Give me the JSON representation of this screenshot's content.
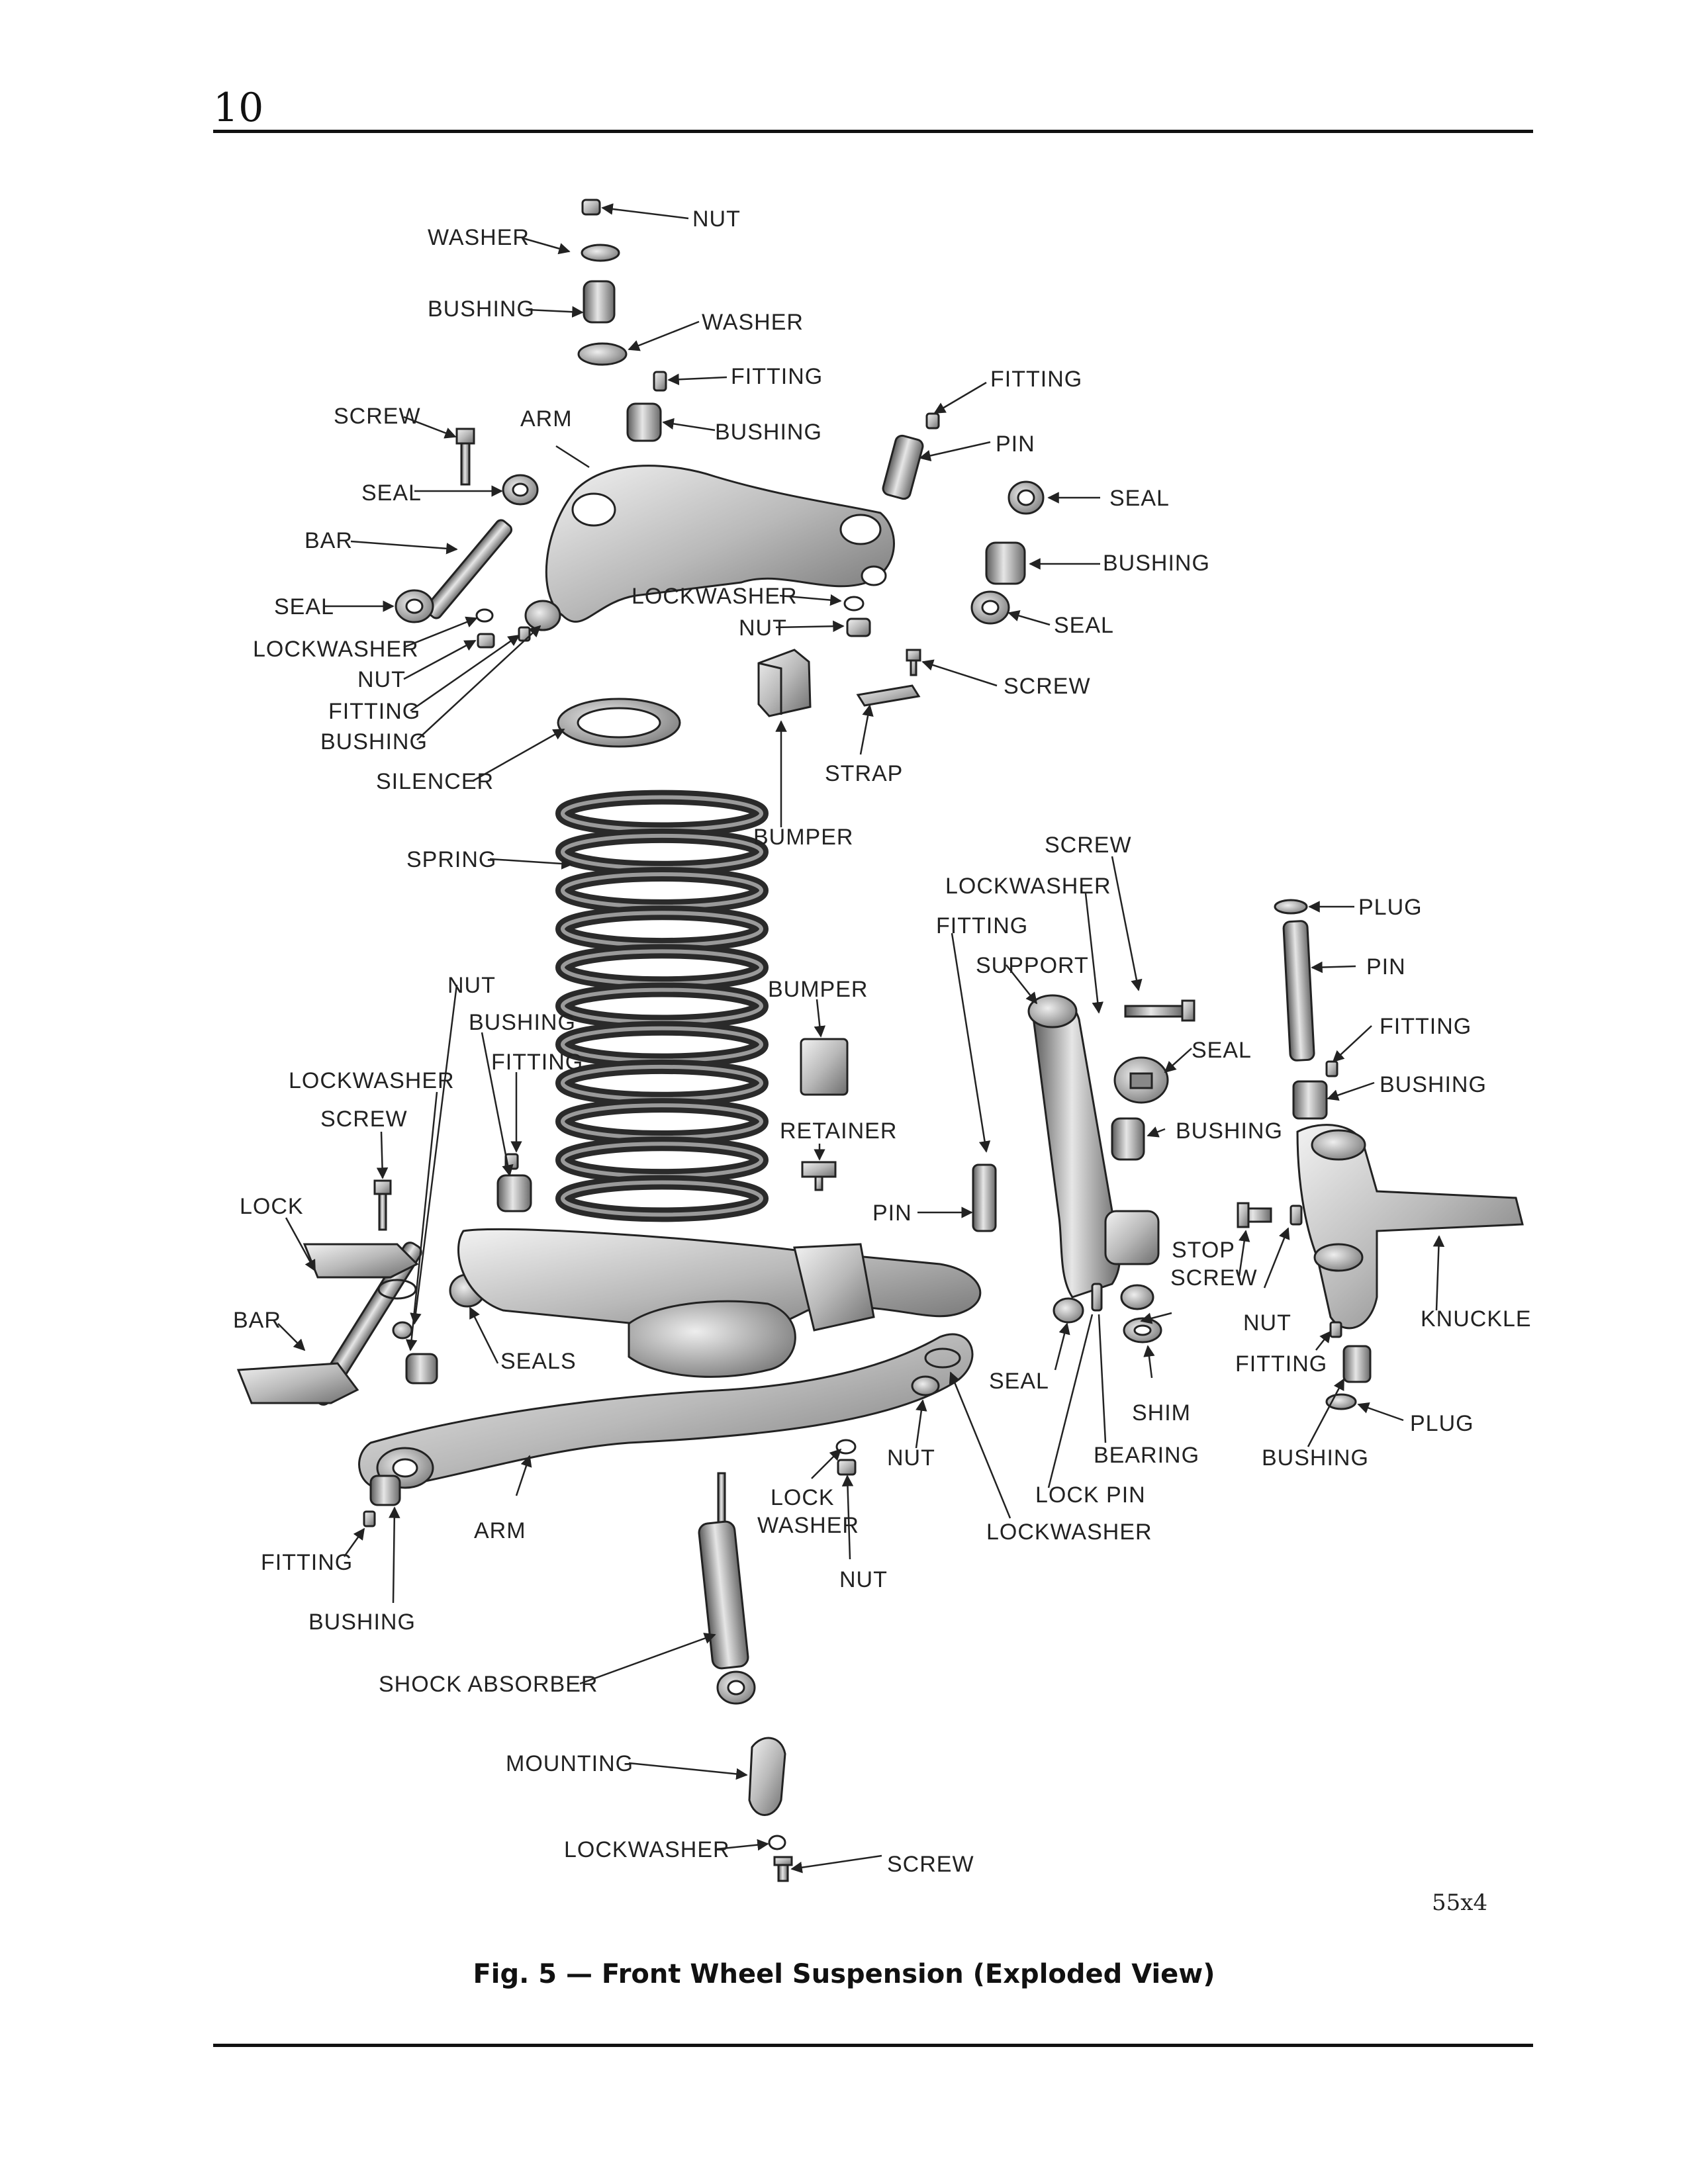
{
  "page_number": "10",
  "figure_ref": "55x4",
  "caption": "Fig. 5 — Front Wheel Suspension (Exploded View)",
  "labels": {
    "nut_top": "NUT",
    "washer_top": "WASHER",
    "bushing_top": "BUSHING",
    "washer_2": "WASHER",
    "fitting_a": "FITTING",
    "bushing_arm": "BUSHING",
    "fitting_b": "FITTING",
    "pin_upper": "PIN",
    "screw_upper": "SCREW",
    "arm_upper": "ARM",
    "seal_left": "SEAL",
    "bar_upper": "BAR",
    "seal_left2": "SEAL",
    "lockwasher_left": "LOCKWASHER",
    "nut_left": "NUT",
    "fitting_left": "FITTING",
    "bushing_left": "BUSHING",
    "seal_right1": "SEAL",
    "bushing_right": "BUSHING",
    "seal_right2": "SEAL",
    "lockwasher_mid": "LOCKWASHER",
    "nut_mid": "NUT",
    "screw_mid": "SCREW",
    "strap": "STRAP",
    "silencer": "SILENCER",
    "bumper_upper": "BUMPER",
    "spring": "SPRING",
    "screw_support": "SCREW",
    "lockwasher_support": "LOCKWASHER",
    "fitting_support": "FITTING",
    "support": "SUPPORT",
    "plug_top": "PLUG",
    "pin_king": "PIN",
    "fitting_king": "FITTING",
    "bushing_king": "BUSHING",
    "nut_lower": "NUT",
    "bushing_lower": "BUSHING",
    "fitting_lower": "FITTING",
    "bumper_lower": "BUMPER",
    "lockwasher_lower": "LOCKWASHER",
    "screw_lower": "SCREW",
    "retainer": "RETAINER",
    "seal_support": "SEAL",
    "bushing_support": "BUSHING",
    "lock": "LOCK",
    "pin_lower": "PIN",
    "stop": "STOP",
    "stop_screw": "SCREW",
    "bar_lower": "BAR",
    "seals": "SEALS",
    "nut_knuckle": "NUT",
    "knuckle": "KNUCKLE",
    "fitting_knuckle": "FITTING",
    "seal_lower": "SEAL",
    "shim": "SHIM",
    "plug_bottom": "PLUG",
    "nut_shock": "NUT",
    "bearing": "BEARING",
    "bushing_knuckle": "BUSHING",
    "lock_pin": "LOCK PIN",
    "lock_washer_1": "LOCK",
    "lock_washer_2": "WASHER",
    "arm_lower": "ARM",
    "lockwasher_pin": "LOCKWASHER",
    "fitting_arm": "FITTING",
    "nut_bottom": "NUT",
    "bushing_arm_lower": "BUSHING",
    "shock_absorber": "SHOCK ABSORBER",
    "mounting": "MOUNTING",
    "lockwasher_bottom": "LOCKWASHER",
    "screw_bottom": "SCREW"
  }
}
